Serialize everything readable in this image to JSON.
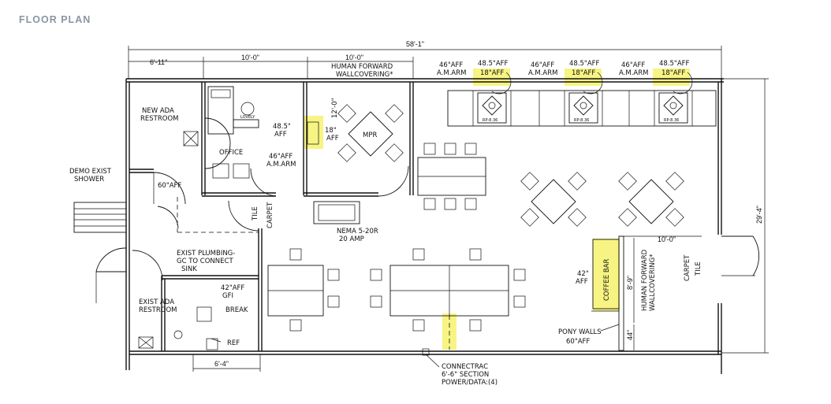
{
  "header": {
    "title": "FLOOR PLAN"
  },
  "dimensions": {
    "overall": "58'-1\"",
    "seg_left": "6'-11\"",
    "seg_office": "10'-0\"",
    "seg_mpr": "10'-0\"",
    "mpr_depth": "12'-0\"",
    "height_right": "29'-4\"",
    "coffee_width": "10'-0\"",
    "coffee_depth": "8'-9\"",
    "pony_depth": "44\"",
    "break_width": "6'-4\""
  },
  "labels": {
    "human_forward_top": "HUMAN FORWARD",
    "wallcovering_top": "WALLCOVERING*",
    "new_ada_1": "NEW ADA",
    "new_ada_2": "RESTROOM",
    "demo_1": "DEMO EXIST",
    "demo_2": "SHOWER",
    "aff60": "60\"AFF",
    "office": "OFFICE",
    "mpr": "MPR",
    "aff485": "48.5\"",
    "aff485b": "AFF",
    "aff18": "18\"",
    "aff18b": "AFF",
    "aff46": "46\"AFF",
    "amarm": "A.M.ARM",
    "nema_1": "NEMA 5-20R",
    "nema_2": "20 AMP",
    "tile": "TILE",
    "carpet": "CARPET",
    "plumb_1": "EXIST PLUMBING-",
    "plumb_2": "GC TO CONNECT",
    "plumb_3": "SINK",
    "aff42gfi_1": "42\"AFF",
    "aff42gfi_2": "GFI",
    "exist_ada_1": "EXIST ADA",
    "exist_ada_2": "RESTROOM",
    "break": "BREAK",
    "ref": "REF",
    "coffee_bar": "COFFEE BAR",
    "aff42_1": "42\"",
    "aff42_2": "AFF",
    "hf_vert": "HUMAN FORWARD",
    "wc_vert": "WALLCOVERING*",
    "pony_1": "PONY WALLS",
    "pony_2": "60\"AFF",
    "conn_1": "CONNECTRAC",
    "conn_2": "6'-6\" SECTION",
    "conn_3": "POWER/DATA:(4)",
    "top_46": "46\"AFF",
    "top_amarm": "A.M.ARM",
    "top_485": "48.5\"AFF",
    "top_18": "18\"AFF",
    "tv_label": "RP-8.36",
    "lovely": "LOVELY"
  },
  "colors": {
    "line": "#111111",
    "highlight": "#f4f05a",
    "header": "#8a96a3"
  }
}
